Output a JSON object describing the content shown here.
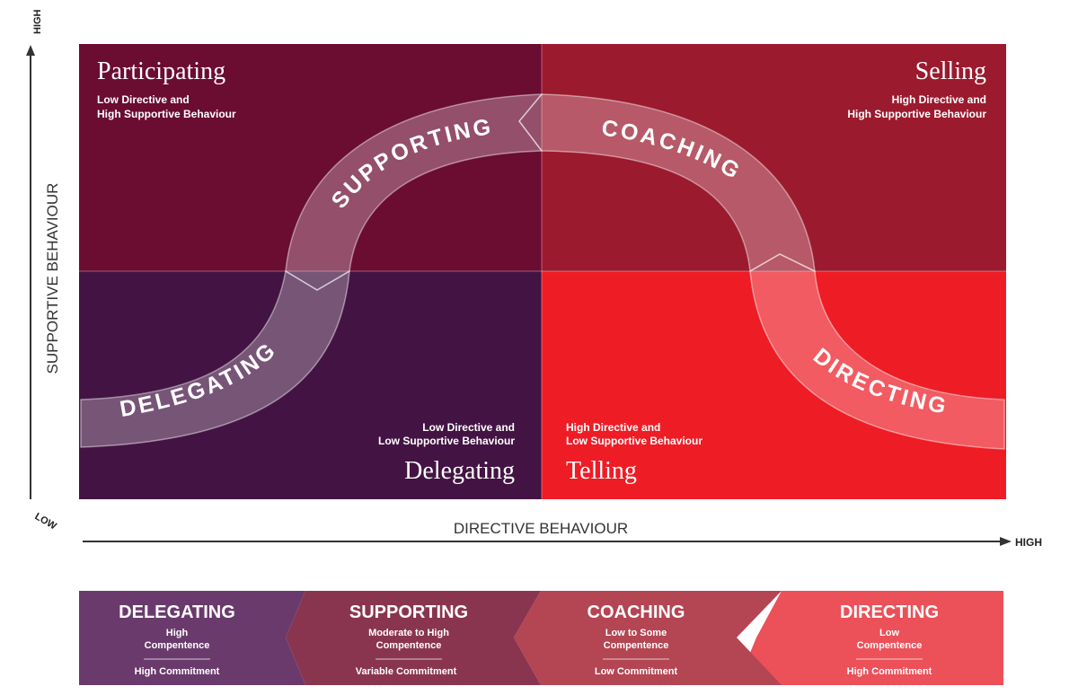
{
  "axes": {
    "y_label": "SUPPORTIVE BEHAVIOUR",
    "y_high": "HIGH",
    "x_label": "DIRECTIVE BEHAVIOUR",
    "x_high": "HIGH",
    "origin_low": "LOW"
  },
  "quadrants": {
    "participating": {
      "title": "Participating",
      "line1": "Low Directive and",
      "line2": "High Supportive Behaviour",
      "color": "#6b0c31"
    },
    "selling": {
      "title": "Selling",
      "line1": "High Directive and",
      "line2": "High Supportive Behaviour",
      "color": "#9b1a2e"
    },
    "delegating": {
      "title": "Delegating",
      "line1": "Low Directive and",
      "line2": "Low Supportive Behaviour",
      "color": "#431443"
    },
    "telling": {
      "title": "Telling",
      "line1": "High Directive and",
      "line2": "Low Supportive Behaviour",
      "color": "#ee1c25"
    }
  },
  "curve_labels": {
    "delegating": "DELEGATING",
    "supporting": "SUPPORTING",
    "coaching": "COACHING",
    "directing": "DIRECTING"
  },
  "bottom_bar": [
    {
      "title": "DELEGATING",
      "comp1": "High",
      "comp2": "Compentence",
      "commit": "High Commitment",
      "color": "#6a3a6c"
    },
    {
      "title": "SUPPORTING",
      "comp1": "Moderate to High",
      "comp2": "Compentence",
      "commit": "Variable Commitment",
      "color": "#8a3550"
    },
    {
      "title": "COACHING",
      "comp1": "Low to Some",
      "comp2": "Compentence",
      "commit": "Low Commitment",
      "color": "#b44553"
    },
    {
      "title": "DIRECTING",
      "comp1": "Low",
      "comp2": "Compentence",
      "commit": "High Commitment",
      "color": "#ec5058"
    }
  ]
}
